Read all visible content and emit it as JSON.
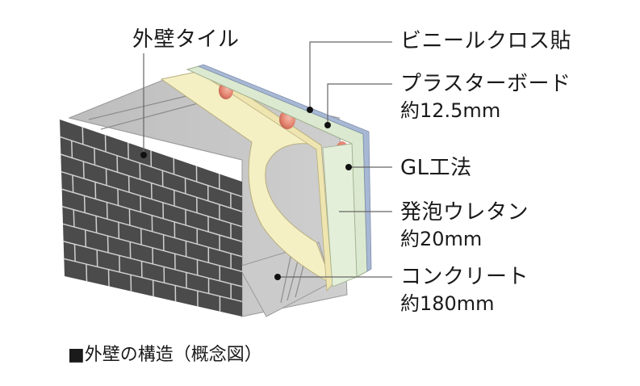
{
  "caption": "■外壁の構造（概念図）",
  "labels": {
    "tile": "外壁タイル",
    "cloth": "ビニールクロス貼",
    "board": "プラスターボード",
    "board_thickness": "約12.5mm",
    "gl": "GL工法",
    "urethane": "発泡ウレタン",
    "urethane_thickness": "約20mm",
    "concrete": "コンクリート",
    "concrete_thickness": "約180mm"
  },
  "colors": {
    "tile": "#4a4a4a",
    "concrete": "#c8c8c8",
    "urethane": "#f5efc4",
    "board": "#d8e8cf",
    "cloth": "#9fb2cf",
    "gl_dab": "#e08070"
  }
}
